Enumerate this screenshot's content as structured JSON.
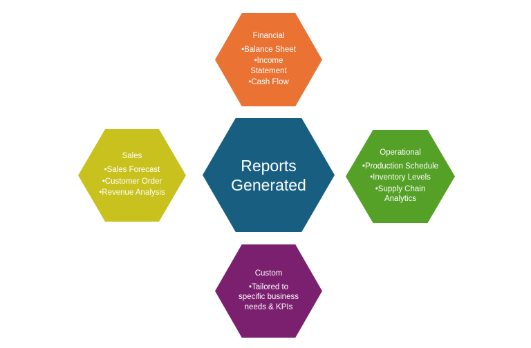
{
  "center": {
    "label": "Reports\nGenerated",
    "color": "#175E80"
  },
  "nodes": {
    "financial": {
      "title": "Financial",
      "color": "#EA7233",
      "items": [
        "•Balance Sheet",
        "•Income Statement",
        "•Cash Flow"
      ]
    },
    "sales": {
      "title": "Sales",
      "color": "#C9C21E",
      "items": [
        "•Sales Forecast",
        "•Customer Order",
        "•Revenue Analysis"
      ]
    },
    "operational": {
      "title": "Operational",
      "color": "#55A127",
      "items": [
        "•Production Schedule",
        "•Inventory Levels",
        "•Supply Chain Analytics"
      ]
    },
    "custom": {
      "title": "Custom",
      "color": "#7A206E",
      "items": [
        "•Tailored to specific business needs & KPIs"
      ]
    }
  }
}
